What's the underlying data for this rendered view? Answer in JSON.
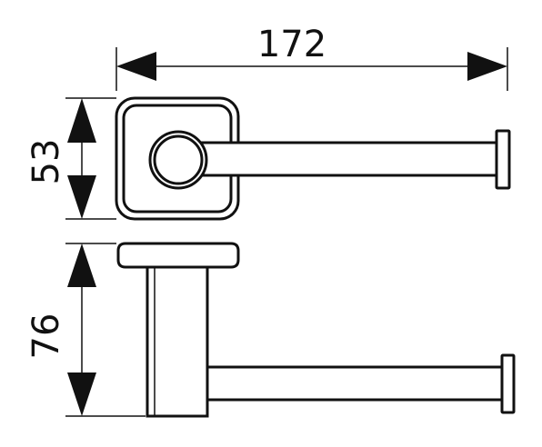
{
  "dimensions": {
    "width_label": "172",
    "top_height_label": "53",
    "bottom_height_label": "76"
  },
  "colors": {
    "line": "#111111",
    "background": "#ffffff"
  }
}
